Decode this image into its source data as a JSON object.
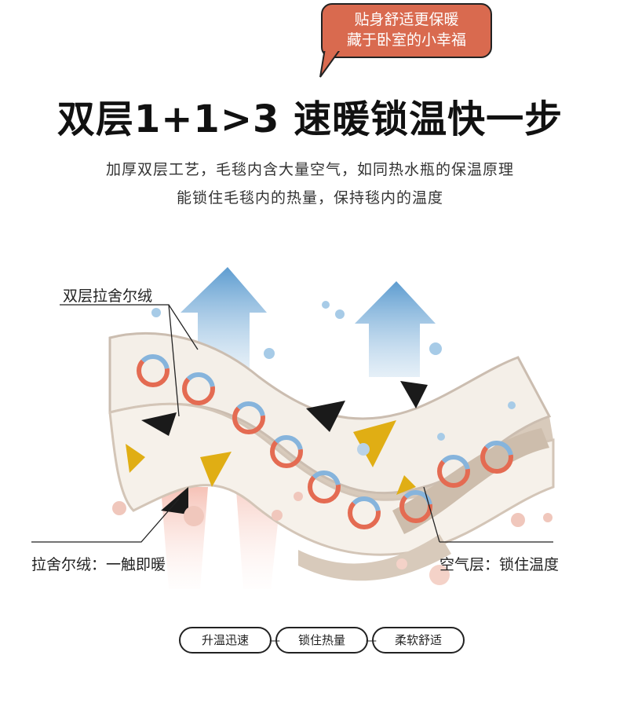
{
  "bubble": {
    "line1": "贴身舒适更保暖",
    "line2": "藏于卧室的小幸福"
  },
  "title": "双层1+1>3 速暖锁温快一步",
  "description": {
    "line1": "加厚双层工艺，毛毯内含大量空气，如同热水瓶的保温原理",
    "line2": "能锁住毛毯内的热量，保持毯内的温度"
  },
  "callouts": {
    "double_layer": "双层拉舍尔绒",
    "instant_warm": "拉舍尔绒：一触即暖",
    "air_layer": "空气层：锁住温度"
  },
  "features": [
    "升温迅速",
    "锁住热量",
    "柔软舒适"
  ],
  "colors": {
    "bubble": "#d96a4f",
    "arrow_blue": "#6fa8d6",
    "fabric": "#f4efe8",
    "air_layer": "#d8cabb",
    "heat_red": "#e46b52",
    "triangle_yellow": "#e0ae14",
    "triangle_black": "#1a1a1a"
  }
}
